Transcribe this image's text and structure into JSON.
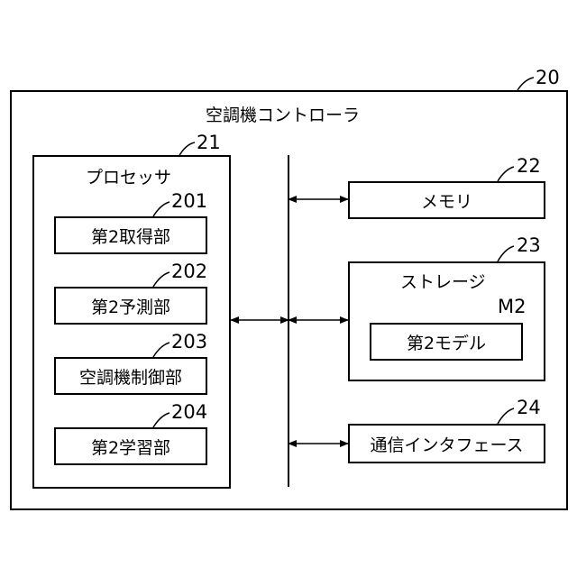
{
  "controller": {
    "ref": "20",
    "title": "空調機コントローラ"
  },
  "processor": {
    "ref": "21",
    "title": "プロセッサ",
    "units": [
      {
        "ref": "201",
        "label": "第2取得部"
      },
      {
        "ref": "202",
        "label": "第2予測部"
      },
      {
        "ref": "203",
        "label": "空調機制御部"
      },
      {
        "ref": "204",
        "label": "第2学習部"
      }
    ]
  },
  "memory": {
    "ref": "22",
    "label": "メモリ"
  },
  "storage": {
    "ref": "23",
    "title": "ストレージ",
    "model": {
      "ref": "M2",
      "label": "第2モデル"
    }
  },
  "interface": {
    "ref": "24",
    "label": "通信インタフェース"
  }
}
